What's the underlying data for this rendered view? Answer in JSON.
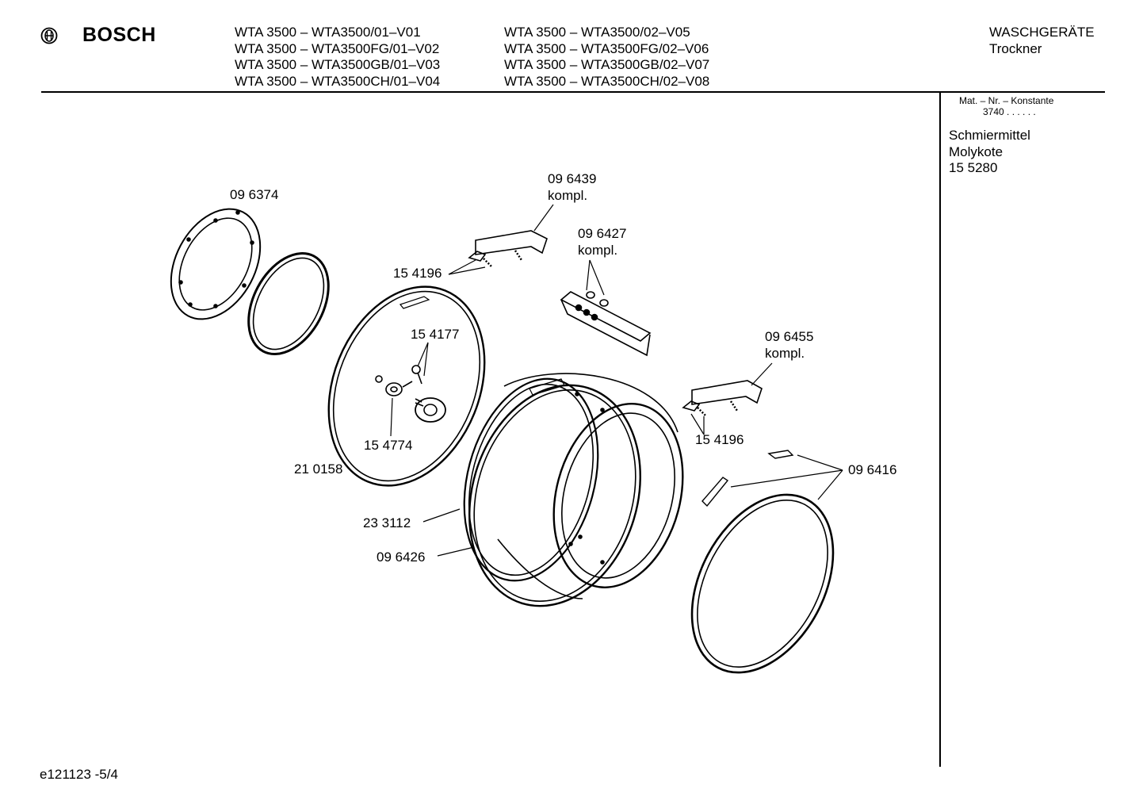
{
  "header": {
    "brand": "BOSCH",
    "models_col1": [
      "WTA 3500 – WTA3500/01–V01",
      "WTA 3500 – WTA3500FG/01–V02",
      "WTA 3500 – WTA3500GB/01–V03",
      "WTA 3500 – WTA3500CH/01–V04"
    ],
    "models_col2": [
      "WTA 3500 – WTA3500/02–V05",
      "WTA 3500 – WTA3500FG/02–V06",
      "WTA 3500 – WTA3500GB/02–V07",
      "WTA 3500 – WTA3500CH/02–V08"
    ],
    "category": "WASCHGERÄTE",
    "subcategory": "Trockner"
  },
  "sidebar": {
    "mat_label": "Mat. – Nr. – Konstante",
    "mat_value": "3740 . .  .  .  .  .",
    "lines": [
      "Schmiermittel",
      "Molykote",
      "15 5280"
    ]
  },
  "parts": {
    "p096374": "09 6374",
    "p096439": "09 6439",
    "p096439_k": "kompl.",
    "p096427": "09 6427",
    "p096427_k": "kompl.",
    "p154196_a": "15 4196",
    "p154177": "15 4177",
    "p096455": "09 6455",
    "p096455_k": "kompl.",
    "p154196_b": "15 4196",
    "p154774": "15 4774",
    "p210158": "21 0158",
    "p096416": "09 6416",
    "p233112": "23 3112",
    "p096426": "09 6426"
  },
  "footer": {
    "code": "e121123 -5/4"
  }
}
